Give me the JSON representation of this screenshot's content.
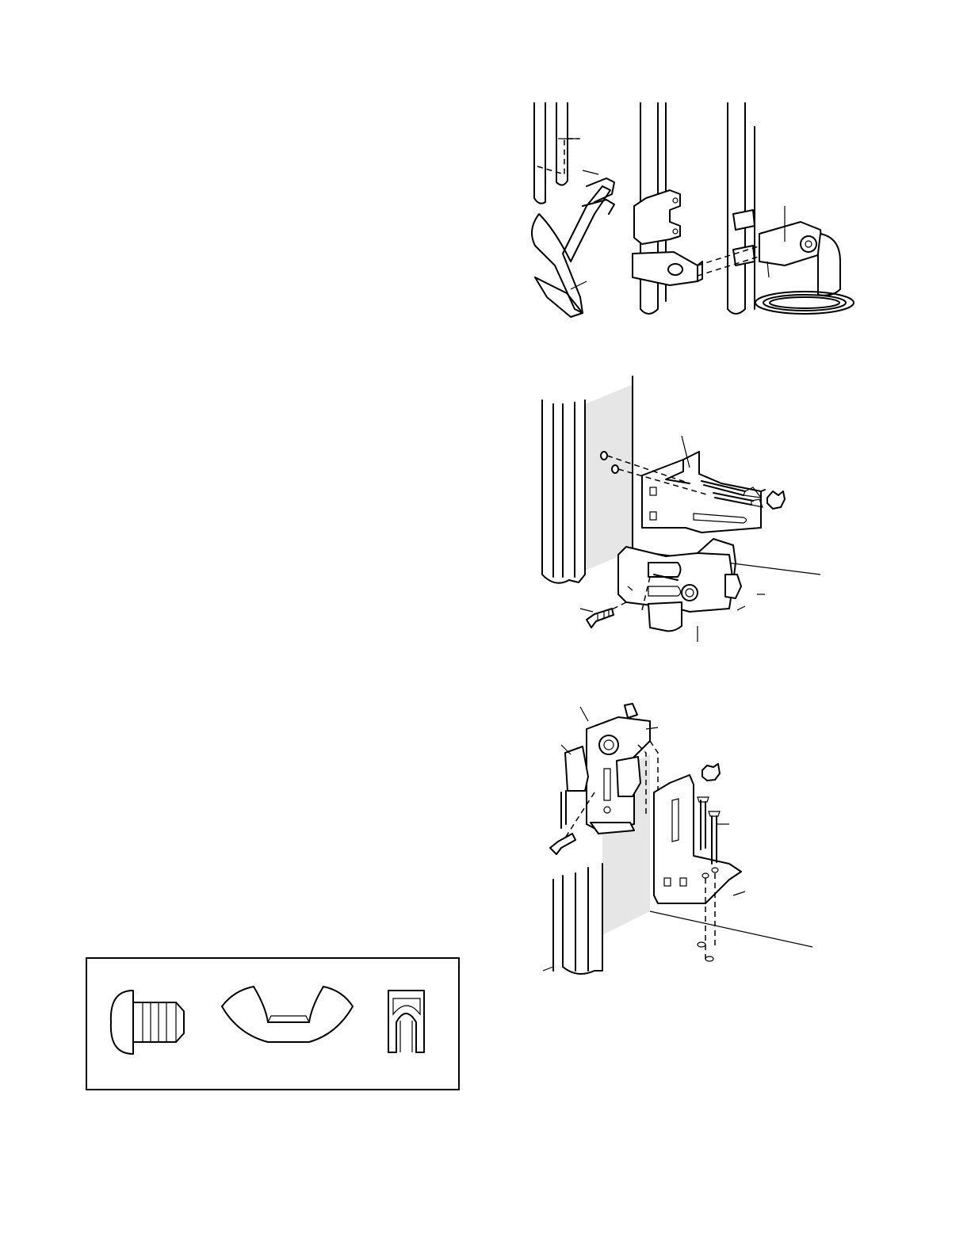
{
  "page": {
    "figures": [
      {
        "id": "figure-1",
        "subject": "track-mounting-sequence"
      },
      {
        "id": "figure-2",
        "subject": "safety-reversing-sensor-wall-mount"
      },
      {
        "id": "figure-3",
        "subject": "safety-reversing-sensor-floor-mount"
      }
    ],
    "hardware_legend": {
      "items": [
        {
          "icon": "carriage-bolt-icon"
        },
        {
          "icon": "wing-nut-icon"
        },
        {
          "icon": "u-clip-icon"
        }
      ]
    }
  }
}
